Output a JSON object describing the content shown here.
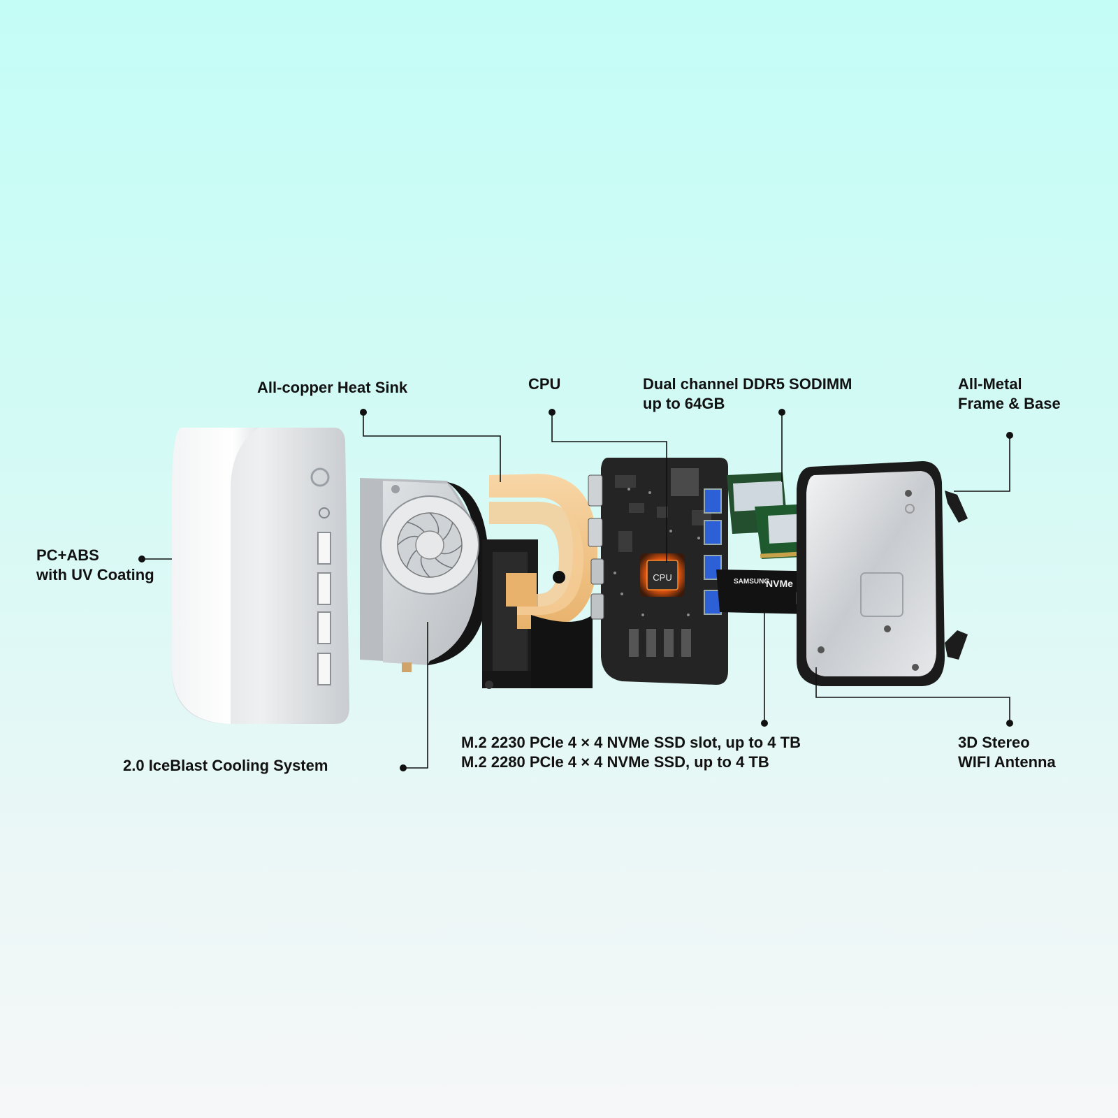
{
  "labels": {
    "heat_sink": "All-copper Heat Sink",
    "cpu": "CPU",
    "ddr5_line1": "Dual channel DDR5 SODIMM",
    "ddr5_line2": "up to 64GB",
    "frame_line1": "All-Metal",
    "frame_line2": "Frame & Base",
    "shell_line1": "PC+ABS",
    "shell_line2": "with UV Coating",
    "cooling": "2.0 IceBlast Cooling System",
    "ssd_line1": "M.2 2230 PCIe 4 × 4 NVMe SSD slot, up to 4 TB",
    "ssd_line2": "M.2 2280 PCIe 4 × 4 NVMe SSD, up to 4 TB",
    "antenna_line1": "3D Stereo",
    "antenna_line2": "WIFI Antenna"
  },
  "chip_text": {
    "cpu_chip": "CPU",
    "ssd_brand": "SAMSUNG",
    "ssd_model": "NVMe"
  },
  "colors": {
    "copper": "#f2c48a",
    "board": "#2a2a2a",
    "ram_green": "#1f5a2e",
    "cpu_glow": "#ff7a1a",
    "leader": "#111111"
  }
}
